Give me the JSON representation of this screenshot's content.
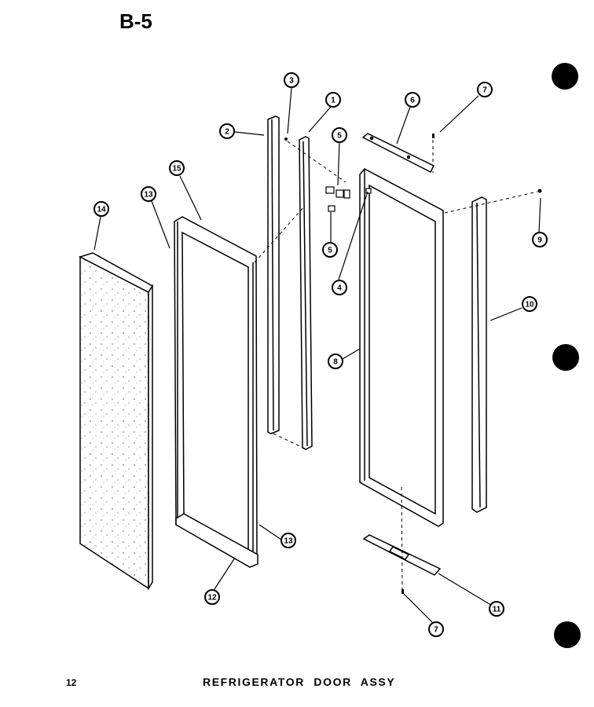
{
  "header": {
    "section_code": "B-5"
  },
  "footer": {
    "page_number": "12",
    "title": "REFRIGERATOR DOOR ASSY"
  },
  "callouts": [
    "3",
    "1",
    "2",
    "6",
    "7",
    "5",
    "15",
    "13",
    "14",
    "5",
    "4",
    "9",
    "10",
    "8",
    "13",
    "12",
    "11",
    "7"
  ],
  "colors": {
    "ink": "#000000",
    "paper": "#ffffff"
  }
}
